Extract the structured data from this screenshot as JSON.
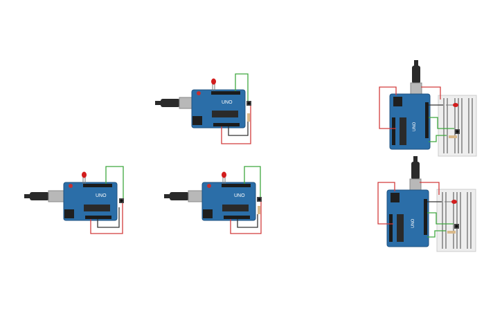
{
  "canvas": {
    "background": "#ffffff",
    "circuits": [
      {
        "id": "circuit-1",
        "kind": "uno-horizontal",
        "label": "UNO"
      },
      {
        "id": "circuit-2",
        "kind": "uno-horizontal",
        "label": "UNO"
      },
      {
        "id": "circuit-3",
        "kind": "uno-horizontal",
        "label": "UNO"
      },
      {
        "id": "circuit-4",
        "kind": "uno-vertical-breadboard",
        "label": "UNO"
      },
      {
        "id": "circuit-5",
        "kind": "uno-vertical-breadboard",
        "label": "UNO"
      }
    ]
  },
  "colors": {
    "board": "#2b6ea8",
    "board_edge": "#1f5280",
    "header": "#1b1b1b",
    "chip": "#2a2a2a",
    "usb": "#b8b8b8",
    "cable": "#2a2a2a",
    "wire_green": "#3ea83e",
    "wire_red": "#d23b3b",
    "wire_black": "#333333",
    "led_red": "#d21d1d",
    "breadboard": "#eeeeee",
    "breadboard_hole": "#9a9a9a"
  }
}
